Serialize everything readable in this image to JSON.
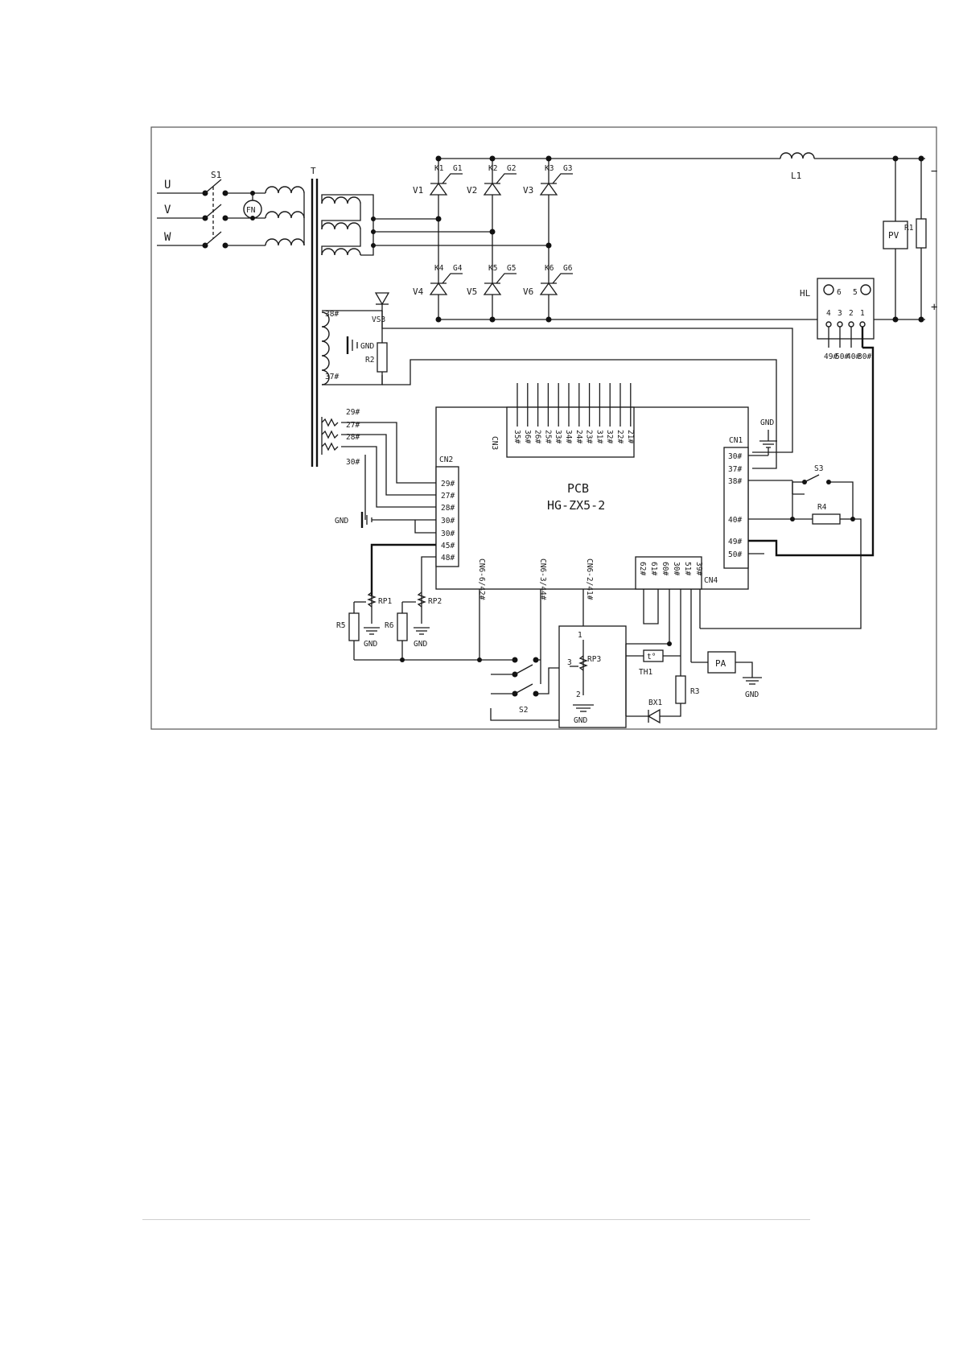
{
  "labels": {
    "phase_u": "U",
    "phase_v": "V",
    "phase_w": "W",
    "switch_s1": "S1",
    "fan": "FN",
    "transformer": "T",
    "thyristors": [
      "V1",
      "V2",
      "V3",
      "V4",
      "V5",
      "V6"
    ],
    "cathodes": [
      "K1",
      "K2",
      "K3",
      "K4",
      "K5",
      "K6"
    ],
    "gates": [
      "G1",
      "G2",
      "G3",
      "G4",
      "G5",
      "G6"
    ],
    "inductor": "L1",
    "voltmeter": "PV",
    "resistor_r1": "R1",
    "output_minus": "−",
    "output_plus": "+",
    "relay": "HL",
    "relay_pins_top": [
      "6",
      "5"
    ],
    "relay_pins": [
      "4",
      "3",
      "2",
      "1"
    ],
    "relay_wires": [
      "49#",
      "50#",
      "40#",
      "30#"
    ],
    "aux_winding": [
      "38#",
      "37#"
    ],
    "aux_gnd": "GND",
    "resistor_r2": "R2",
    "zener": "VS3",
    "sense_windings": [
      "29#",
      "27#",
      "28#",
      "30#"
    ],
    "pcb_title": "PCB",
    "pcb_model": "HG-ZX5-2",
    "cn3": "CN3",
    "cn3_pins": [
      "35#",
      "36#",
      "26#",
      "25#",
      "33#",
      "34#",
      "24#",
      "23#",
      "31#",
      "32#",
      "22#",
      "21#"
    ],
    "cn2": "CN2",
    "cn2_pins": [
      "29#",
      "27#",
      "28#",
      "30#",
      "30#",
      "45#",
      "48#"
    ],
    "cn1": "CN1",
    "cn1_pins": [
      "30#",
      "37#",
      "38#",
      "40#",
      "49#",
      "50#"
    ],
    "cn1_gnd": "GND",
    "cn6a": "CN6-6/42#",
    "cn6b": "CN6-3/44#",
    "cn6c": "CN6-2/41#",
    "cn4": "CN4",
    "cn4_pins": [
      "62#",
      "61#",
      "60#",
      "30#",
      "51#",
      "39#"
    ],
    "gnd_left": "GND",
    "rp1": "RP1",
    "rp2": "RP2",
    "r5": "R5",
    "r6": "R6",
    "rp3": "RP3",
    "rp3_pin1": "1",
    "rp3_pin2": "2",
    "rp3_pin3": "3",
    "s2": "S2",
    "s3": "S3",
    "r4": "R4",
    "th1": "TH1",
    "th1_mark": "t°",
    "r3": "R3",
    "bx1": "BX1",
    "ammeter": "PA",
    "gnd": "GND"
  },
  "colors": {
    "ink": "#1a1a1a",
    "paper": "#ffffff",
    "frame": "#555555"
  }
}
